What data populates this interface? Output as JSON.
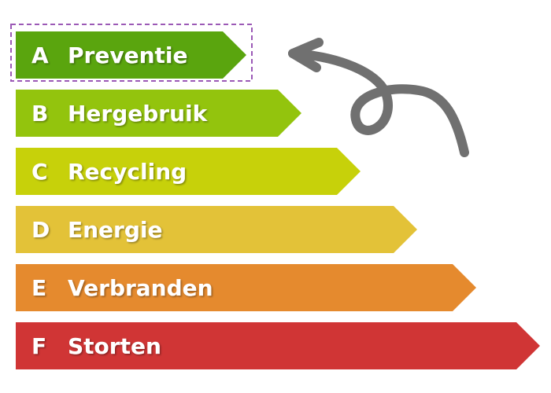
{
  "ladder": {
    "steps": [
      {
        "letter": "A",
        "label": "Preventie",
        "color": "#5aa50e"
      },
      {
        "letter": "B",
        "label": "Hergebruik",
        "color": "#93c40d"
      },
      {
        "letter": "C",
        "label": "Recycling",
        "color": "#c7d10a"
      },
      {
        "letter": "D",
        "label": "Energie",
        "color": "#e3c238"
      },
      {
        "letter": "E",
        "label": "Verbranden",
        "color": "#e58a2e"
      },
      {
        "letter": "F",
        "label": "Storten",
        "color": "#d03535"
      }
    ],
    "highlight_color": "#9b59b6",
    "arrow_color": "#707070"
  }
}
